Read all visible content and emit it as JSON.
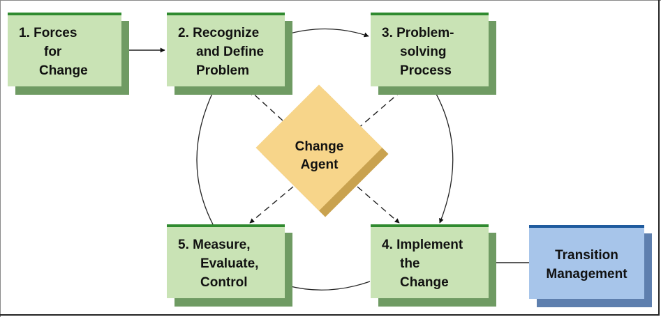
{
  "nodes": {
    "forces": {
      "lines": [
        "1.  Forces",
        "for",
        "Change"
      ]
    },
    "recognize": {
      "lines": [
        "2.  Recognize",
        "and Define",
        "Problem"
      ]
    },
    "problem_solving": {
      "lines": [
        "3.  Problem-",
        "solving",
        "Process"
      ]
    },
    "implement": {
      "lines": [
        "4.  Implement",
        "the",
        "Change"
      ]
    },
    "measure": {
      "lines": [
        "5.  Measure,",
        "Evaluate,",
        "Control"
      ]
    },
    "transition": {
      "lines": [
        "Transition",
        "Management"
      ]
    },
    "change_agent": {
      "lines": [
        "Change",
        "Agent"
      ]
    }
  },
  "colors": {
    "step_fill": "#c9e3b5",
    "step_top_border": "#2f8a2f",
    "step_shadow": "#6f9b63",
    "transition_fill": "#a7c5ea",
    "transition_top_border": "#1f5b9e",
    "agent_fill": "#f7d58a",
    "agent_shadow": "#c9a24f"
  }
}
